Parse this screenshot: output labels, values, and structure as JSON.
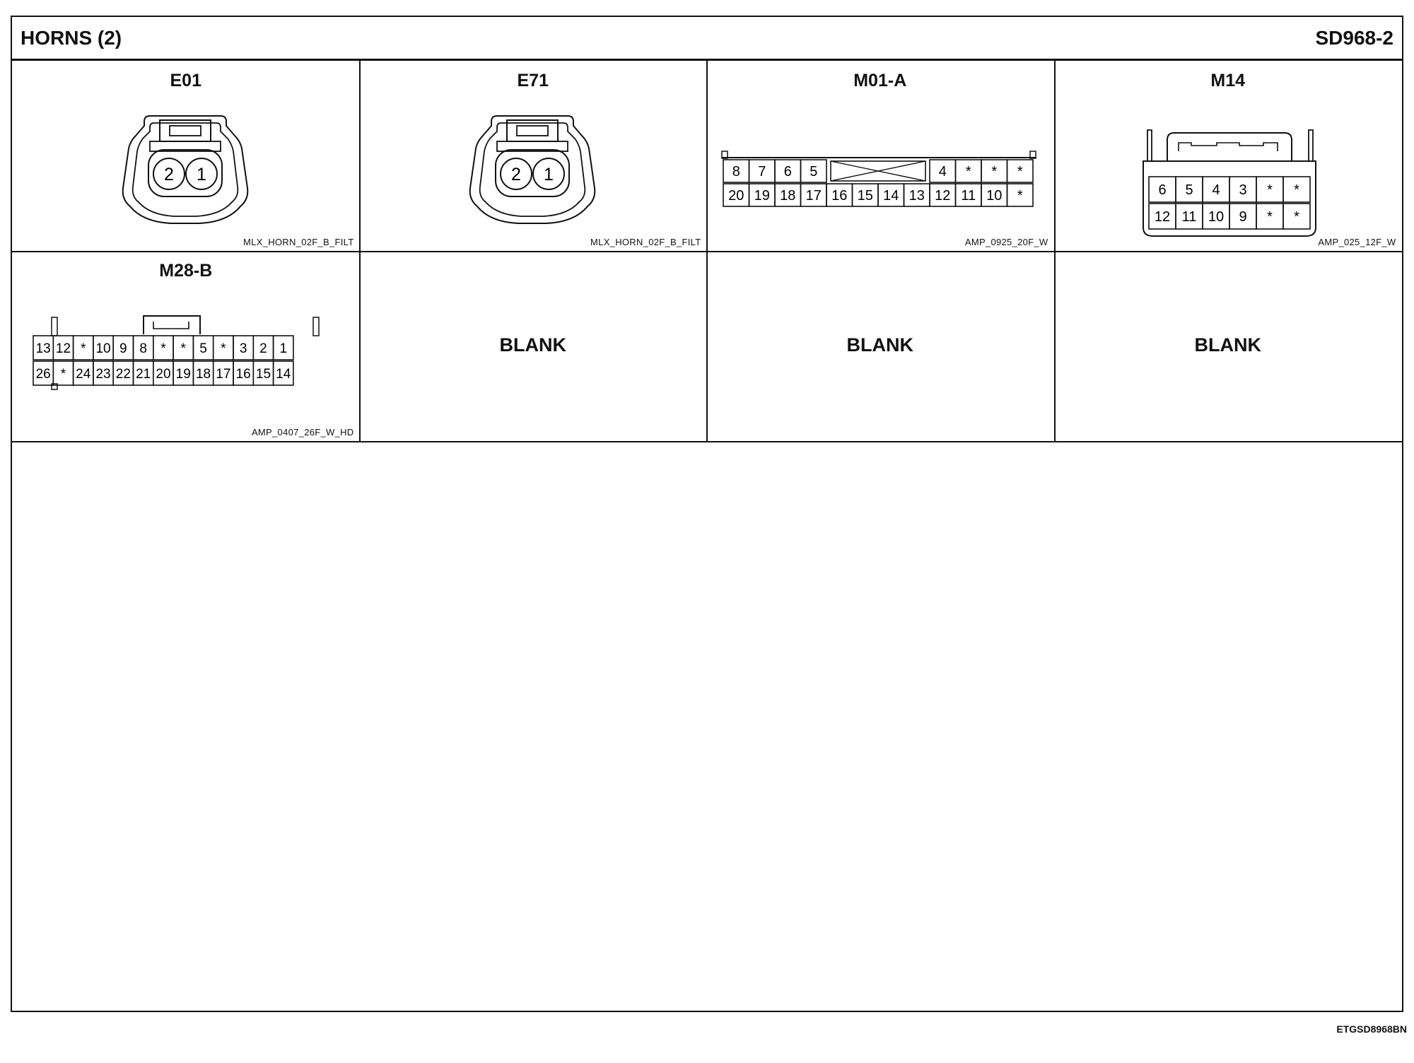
{
  "header": {
    "title": "HORNS (2)",
    "code": "SD968-2"
  },
  "footer": {
    "code": "ETGSD8968BN"
  },
  "connectors": [
    {
      "name": "E01",
      "part": "MLX_HORN_02F_B_FILT",
      "pins": [
        "2",
        "1"
      ]
    },
    {
      "name": "E71",
      "part": "MLX_HORN_02F_B_FILT",
      "pins": [
        "2",
        "1"
      ]
    },
    {
      "name": "M01-A",
      "part": "AMP_0925_20F_W",
      "top": [
        "8",
        "7",
        "6",
        "5",
        "4",
        "*",
        "*",
        "*"
      ],
      "bottom": [
        "20",
        "19",
        "18",
        "17",
        "16",
        "15",
        "14",
        "13",
        "12",
        "11",
        "10",
        "*"
      ]
    },
    {
      "name": "M14",
      "part": "AMP_025_12F_W",
      "top": [
        "6",
        "5",
        "4",
        "3",
        "*",
        "*"
      ],
      "bottom": [
        "12",
        "11",
        "10",
        "9",
        "*",
        "*"
      ]
    },
    {
      "name": "M28-B",
      "part": "AMP_0407_26F_W_HD",
      "top": [
        "13",
        "12",
        "*",
        "10",
        "9",
        "8",
        "*",
        "*",
        "5",
        "*",
        "3",
        "2",
        "1"
      ],
      "bottom": [
        "26",
        "*",
        "24",
        "23",
        "22",
        "21",
        "20",
        "19",
        "18",
        "17",
        "16",
        "15",
        "14"
      ]
    }
  ],
  "blank_label": "BLANK"
}
